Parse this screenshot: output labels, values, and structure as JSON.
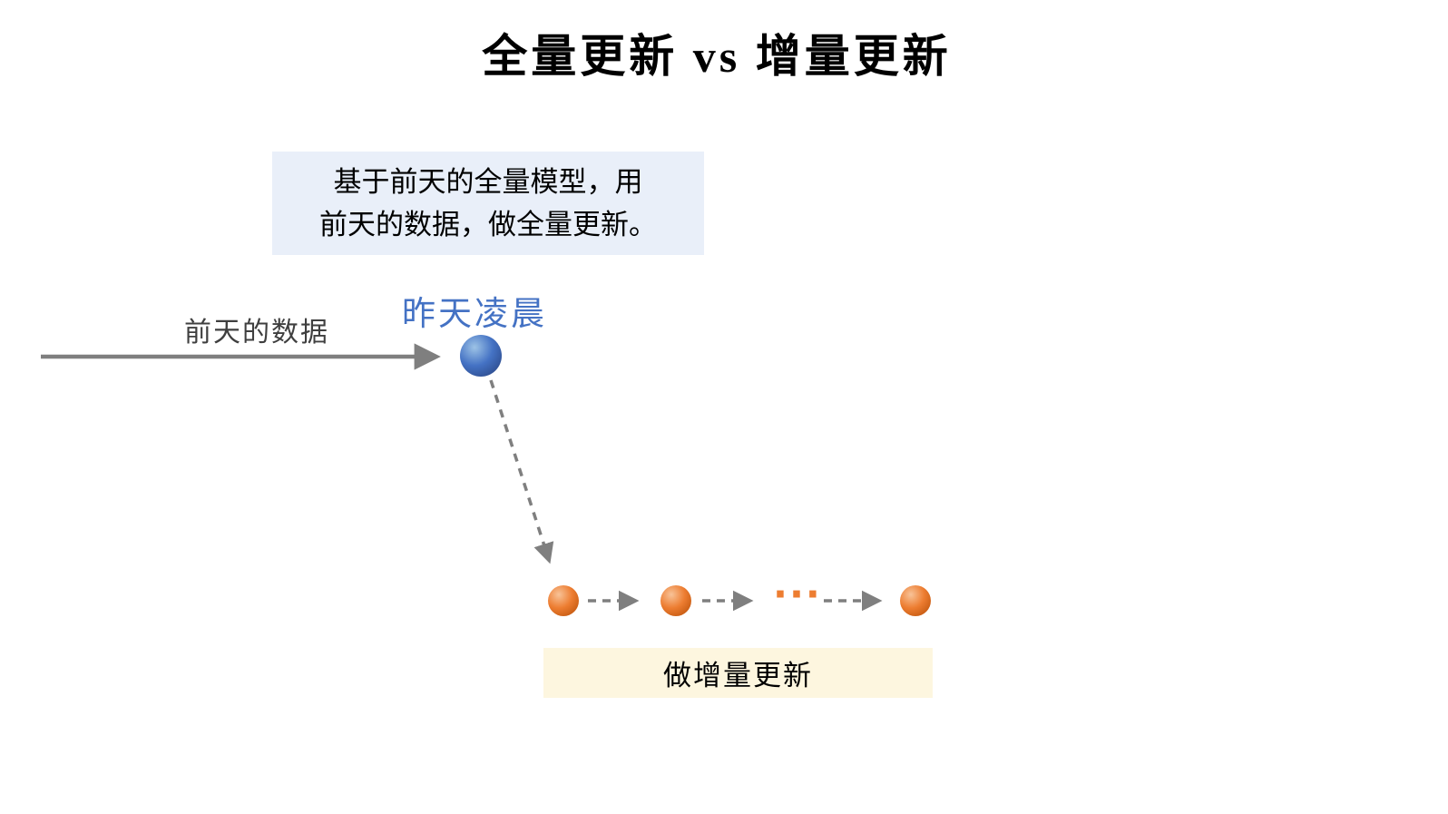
{
  "title": "全量更新 vs 增量更新",
  "note": {
    "line1": "基于前天的全量模型，用",
    "line2": "前天的数据，做全量更新。"
  },
  "labels": {
    "yesterday_dawn": "昨天凌晨",
    "day_before_data": "前天的数据",
    "incremental_update": "做增量更新",
    "ellipsis": "···"
  },
  "colors": {
    "arrow": "#7f7f7f",
    "blue_node": "#4472c4",
    "blue_node_dark": "#2e4d8f",
    "blue_node_light": "#9dc3e6",
    "orange_node": "#ed7d31",
    "orange_node_dark": "#c55a11",
    "orange_node_light": "#f8c398",
    "label_blue": "#4472c4",
    "note_bg": "#e9eff9",
    "incremental_bg": "#fdf6df",
    "ellipsis_color": "#ed7d31"
  }
}
